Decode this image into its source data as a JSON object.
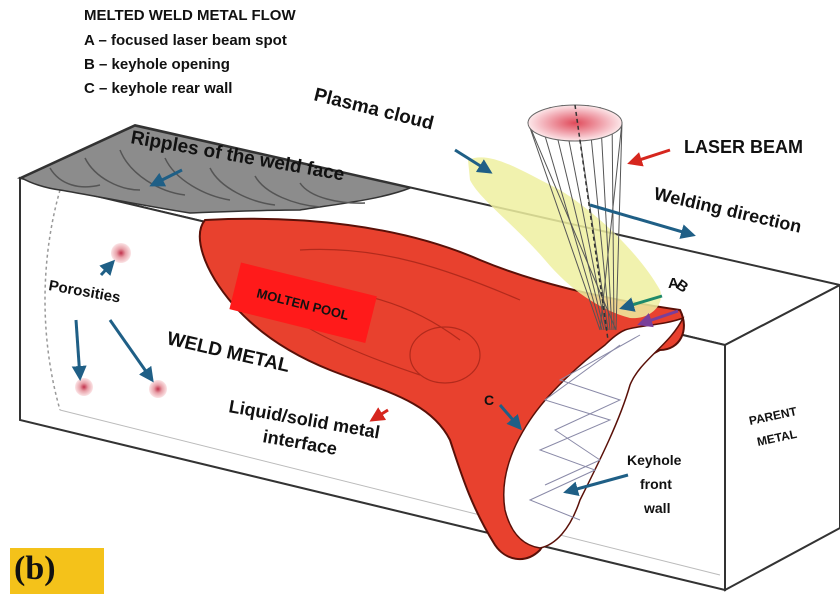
{
  "legend": {
    "title": "MELTED WELD METAL FLOW",
    "items": [
      "A – focused laser beam spot",
      "B – keyhole opening",
      "C – keyhole rear wall"
    ]
  },
  "labels": {
    "plasma_cloud": "Plasma cloud",
    "laser_beam": "LASER BEAM",
    "ripples": "Ripples of the weld face",
    "welding_direction": "Welding direction",
    "a": "A",
    "b": "B",
    "c": "C",
    "porosities": "Porosities",
    "molten_pool": "MOLTEN POOL",
    "weld_metal": "WELD METAL",
    "interface_line1": "Liquid/solid metal",
    "interface_line2": "interface",
    "keyhole_front_line1": "Keyhole",
    "keyhole_front_line2": "front",
    "keyhole_front_line3": "wall",
    "parent_metal_line1": "PARENT",
    "parent_metal_line2": "METAL"
  },
  "panel_label": "(b)",
  "colors": {
    "molten": "#e8412e",
    "molten_label_bg": "#ff1a1a",
    "plasma": "#eef0a0",
    "arrow_blue": "#1f5f86",
    "arrow_red": "#d6261e",
    "arrow_purple": "#7a3f9a",
    "panel_tag": "#f4c21a"
  }
}
